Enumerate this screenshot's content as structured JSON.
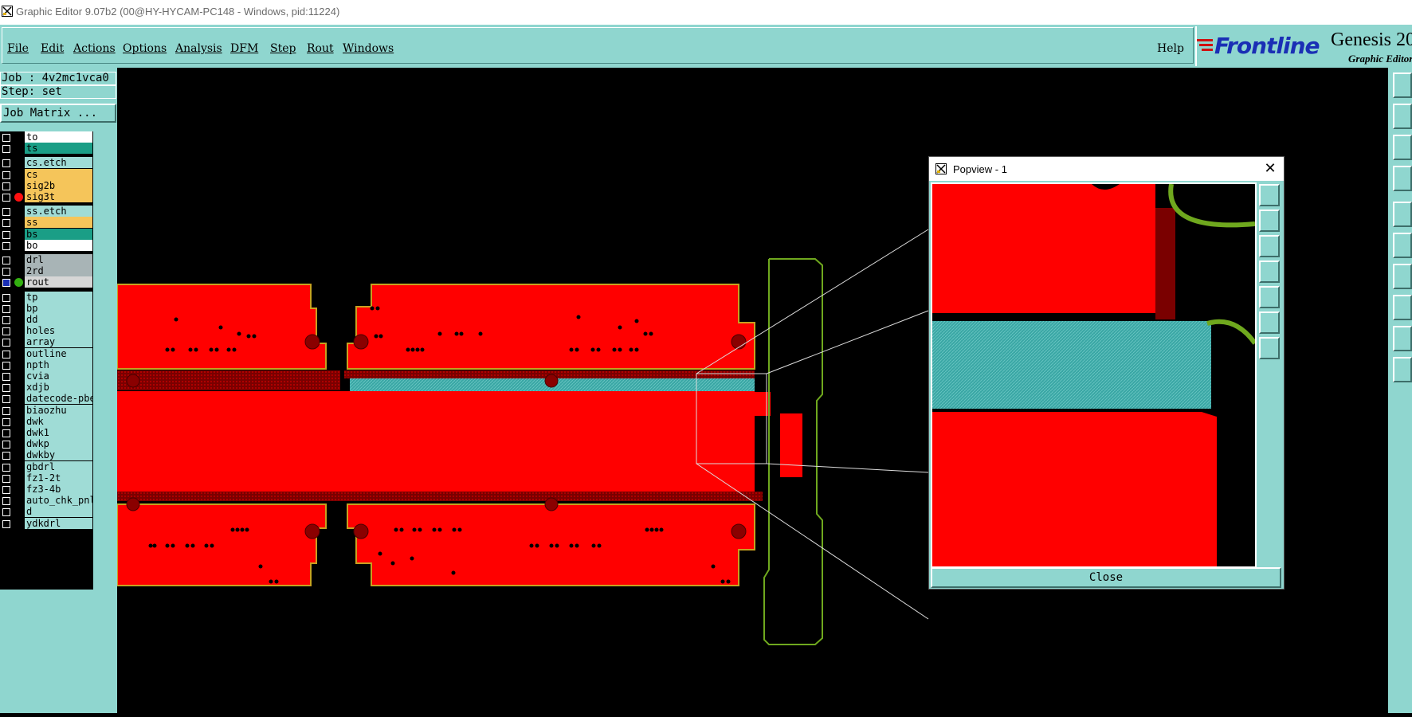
{
  "window": {
    "title": "Graphic Editor 9.07b2 (00@HY-HYCAM-PC148 - Windows, pid:11224)"
  },
  "menu": {
    "items": [
      {
        "label": "File"
      },
      {
        "label": "Edit"
      },
      {
        "label": "Actions"
      },
      {
        "label": "Options"
      },
      {
        "label": "Analysis"
      },
      {
        "label": "DFM"
      },
      {
        "label": "Step"
      },
      {
        "label": "Rout"
      },
      {
        "label": "Windows"
      }
    ],
    "help": "Help"
  },
  "brand": {
    "logo": "Frontline",
    "product": "Genesis 20",
    "subtitle": "Graphic Editor"
  },
  "job": {
    "job_label": "Job : 4v2mc1vca0",
    "step_label": "Step: set",
    "matrix_button": "Job Matrix ..."
  },
  "layers": [
    {
      "name": "to",
      "color": "#ffffff"
    },
    {
      "name": "ts",
      "color": "#1a9e86"
    },
    {
      "name": "cs.etch",
      "color": "#9fdcd6"
    },
    {
      "name": "cs",
      "color": "#f5c55a"
    },
    {
      "name": "sig2b",
      "color": "#f5c55a"
    },
    {
      "name": "sig3t",
      "color": "#f5c55a",
      "marker": "red"
    },
    {
      "name": "ss.etch",
      "color": "#9fdcd6"
    },
    {
      "name": "ss",
      "color": "#f5c55a"
    },
    {
      "name": "bs",
      "color": "#1a9e86"
    },
    {
      "name": "bo",
      "color": "#ffffff"
    },
    {
      "name": "drl",
      "color": "#a8b4b6"
    },
    {
      "name": "2rd",
      "color": "#a8b4b6"
    },
    {
      "name": "rout",
      "color": "#d6d6d6",
      "marker": "green",
      "selected": true
    },
    {
      "name": "tp",
      "color": "#9fdcd6"
    },
    {
      "name": "bp",
      "color": "#9fdcd6"
    },
    {
      "name": "dd",
      "color": "#9fdcd6"
    },
    {
      "name": "holes",
      "color": "#9fdcd6"
    },
    {
      "name": "array",
      "color": "#9fdcd6"
    },
    {
      "name": "outline",
      "color": "#9fdcd6"
    },
    {
      "name": "npth",
      "color": "#9fdcd6"
    },
    {
      "name": "cvia",
      "color": "#9fdcd6"
    },
    {
      "name": "xdjb",
      "color": "#9fdcd6"
    },
    {
      "name": "datecode-pbe",
      "color": "#9fdcd6"
    },
    {
      "name": "biaozhu",
      "color": "#9fdcd6"
    },
    {
      "name": "dwk",
      "color": "#9fdcd6"
    },
    {
      "name": "dwk1",
      "color": "#9fdcd6"
    },
    {
      "name": "dwkp",
      "color": "#9fdcd6"
    },
    {
      "name": "dwkby",
      "color": "#9fdcd6"
    },
    {
      "name": "gbdrl",
      "color": "#9fdcd6"
    },
    {
      "name": "fz1-2t",
      "color": "#9fdcd6"
    },
    {
      "name": "fz3-4b",
      "color": "#9fdcd6"
    },
    {
      "name": "auto_chk_pnl",
      "color": "#9fdcd6"
    },
    {
      "name": "d",
      "color": "#9fdcd6"
    },
    {
      "name": "ydkdrl",
      "color": "#9fdcd6"
    }
  ],
  "popview": {
    "title": "Popview - 1",
    "close_label": "Close"
  },
  "colors": {
    "ui_teal": "#8fd6cf",
    "copper_red": "#ff0000",
    "teal_layer": "#3aa7a5",
    "rout_green": "#6fa81e"
  }
}
